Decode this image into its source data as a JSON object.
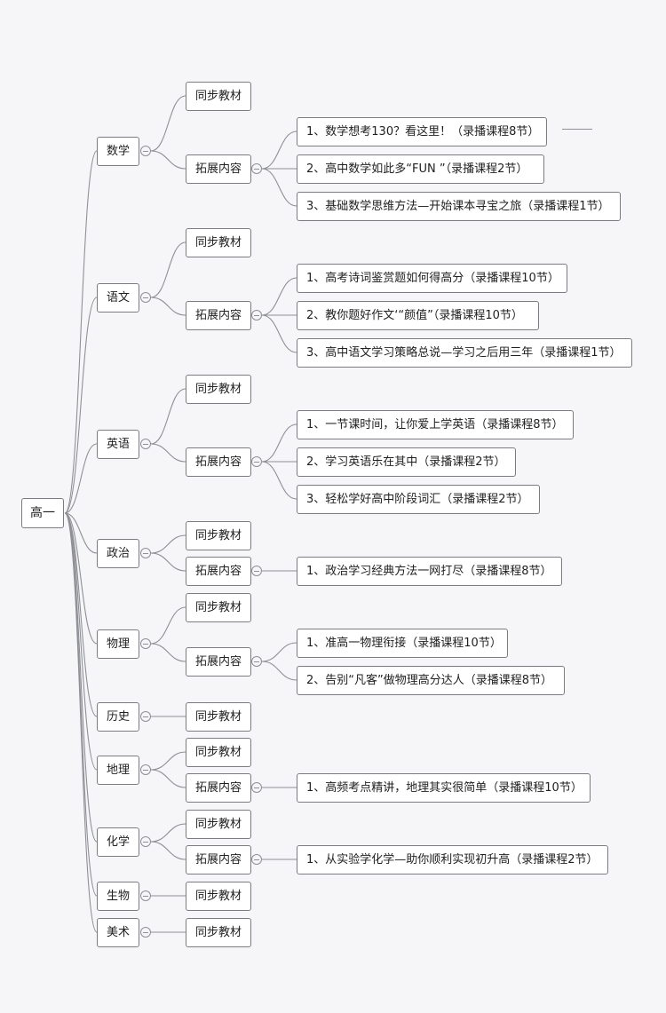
{
  "root": {
    "label": "高一"
  },
  "common": {
    "sync_label": "同步教材",
    "ext_label": "拓展内容"
  },
  "subjects": [
    {
      "id": "math",
      "label": "数学",
      "has_ext": true,
      "ext_items": [
        "1、数学想考130？看这里！（录播课程8节）",
        "2、高中数学如此多“FUN ”（录播课程2节）",
        "3、基础数学思维方法—开始课本寻宝之旅（录播课程1节）"
      ]
    },
    {
      "id": "chinese",
      "label": "语文",
      "has_ext": true,
      "ext_items": [
        "1、高考诗词鉴赏题如何得高分（录播课程10节）",
        "2、教你题好作文‘“颜值”（录播课程10节）",
        "3、高中语文学习策略总说—学习之后用三年（录播课程1节）"
      ]
    },
    {
      "id": "english",
      "label": "英语",
      "has_ext": true,
      "ext_items": [
        "1、一节课时间，让你爱上学英语（录播课程8节）",
        "2、学习英语乐在其中（录播课程2节）",
        "3、轻松学好高中阶段词汇（录播课程2节）"
      ]
    },
    {
      "id": "politics",
      "label": "政治",
      "has_ext": true,
      "ext_items": [
        "1、政治学习经典方法一网打尽（录播课程8节）"
      ]
    },
    {
      "id": "physics",
      "label": "物理",
      "has_ext": true,
      "ext_items": [
        "1、准高一物理衔接（录播课程10节）",
        "2、告别“凡客”做物理高分达人（录播课程8节）"
      ]
    },
    {
      "id": "history",
      "label": "历史",
      "has_ext": false,
      "ext_items": []
    },
    {
      "id": "geography",
      "label": "地理",
      "has_ext": true,
      "ext_items": [
        "1、高频考点精讲，地理其实很简单（录播课程10节）"
      ]
    },
    {
      "id": "chemistry",
      "label": "化学",
      "has_ext": true,
      "ext_items": [
        "1、从实验学化学—助你顺利实现初升高（录播课程2节）"
      ]
    },
    {
      "id": "biology",
      "label": "生物",
      "has_ext": false,
      "ext_items": []
    },
    {
      "id": "art",
      "label": "美术",
      "has_ext": false,
      "ext_items": []
    }
  ]
}
